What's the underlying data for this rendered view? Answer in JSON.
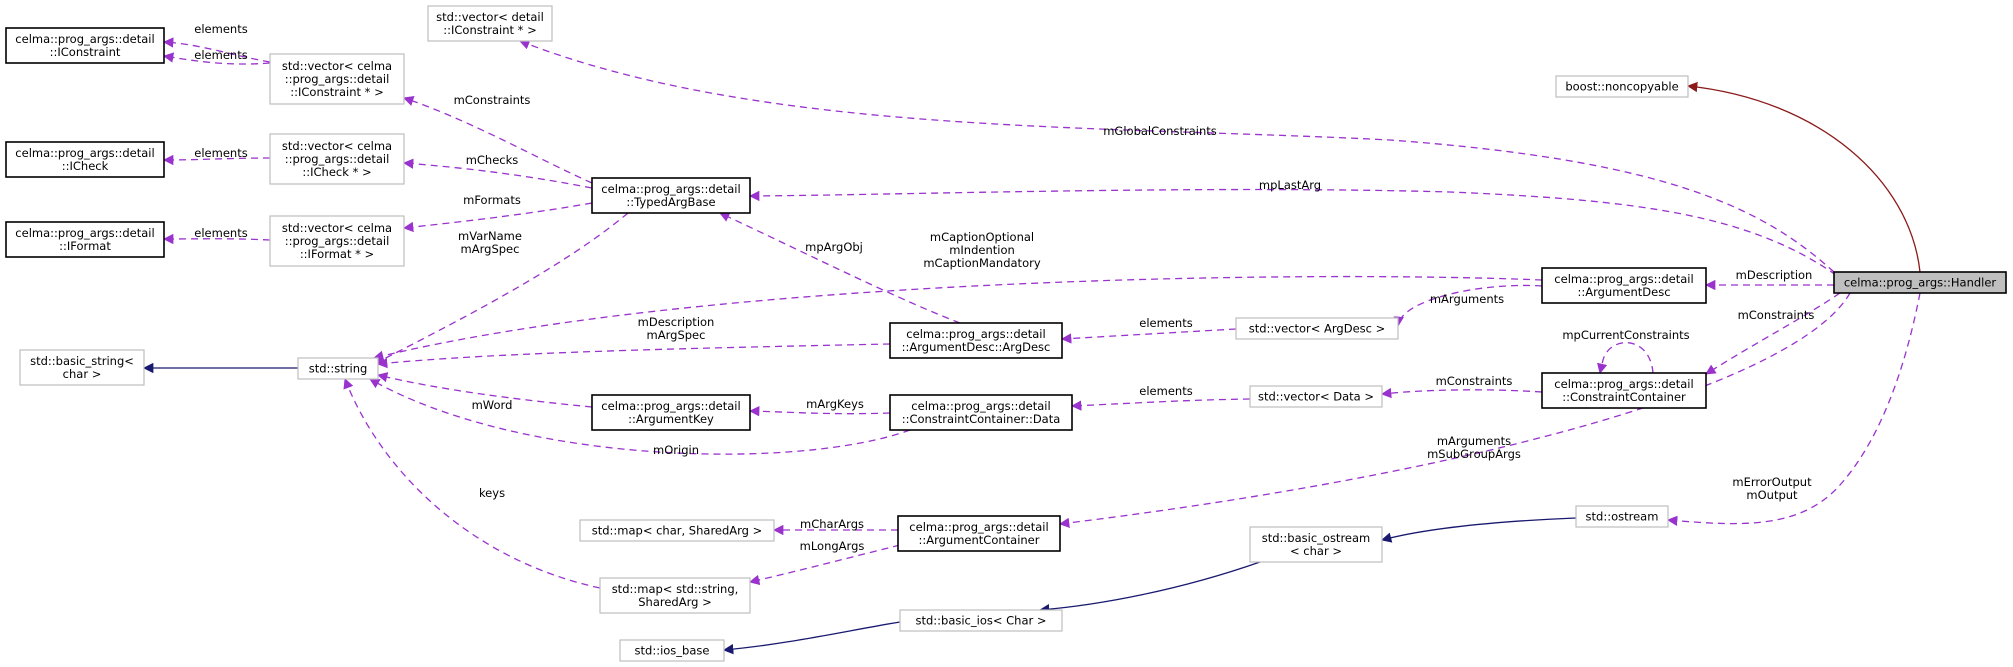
{
  "nodes": {
    "iconstraint": [
      "celma::prog_args::detail",
      "::IConstraint"
    ],
    "icheck": [
      "celma::prog_args::detail",
      "::ICheck"
    ],
    "iformat": [
      "celma::prog_args::detail",
      "::IFormat"
    ],
    "vec_iconstraint_ptr": [
      "std::vector< detail",
      "::IConstraint * >"
    ],
    "vec_iconstraint_full": [
      "std::vector< celma",
      "::prog_args::detail",
      "::IConstraint * >"
    ],
    "vec_icheck": [
      "std::vector< celma",
      "::prog_args::detail",
      "::ICheck * >"
    ],
    "vec_iformat": [
      "std::vector< celma",
      "::prog_args::detail",
      "::IFormat * >"
    ],
    "basic_string": [
      "std::basic_string<",
      "char >"
    ],
    "string": [
      "std::string"
    ],
    "typed_arg_base": [
      "celma::prog_args::detail",
      "::TypedArgBase"
    ],
    "argument_key": [
      "celma::prog_args::detail",
      "::ArgumentKey"
    ],
    "argdesc": [
      "celma::prog_args::detail",
      "::ArgumentDesc::ArgDesc"
    ],
    "cc_data": [
      "celma::prog_args::detail",
      "::ConstraintContainer::Data"
    ],
    "map_char": [
      "std::map< char, SharedArg >"
    ],
    "map_string": [
      "std::map< std::string,",
      "SharedArg >"
    ],
    "arg_container": [
      "celma::prog_args::detail",
      "::ArgumentContainer"
    ],
    "ios_base": [
      "std::ios_base"
    ],
    "basic_ios": [
      "std::basic_ios< Char >"
    ],
    "basic_ostream": [
      "std::basic_ostream",
      "< char >"
    ],
    "vec_argdesc": [
      "std::vector< ArgDesc >"
    ],
    "vec_data": [
      "std::vector< Data >"
    ],
    "argument_desc": [
      "celma::prog_args::detail",
      "::ArgumentDesc"
    ],
    "constraint_container": [
      "celma::prog_args::detail",
      "::ConstraintContainer"
    ],
    "ostream": [
      "std::ostream"
    ],
    "noncopyable": [
      "boost::noncopyable"
    ],
    "handler": [
      "celma::prog_args::Handler"
    ]
  },
  "labels": {
    "elements_1": [
      "elements"
    ],
    "elements_2": [
      "elements"
    ],
    "elements_3": [
      "elements"
    ],
    "elements_4": [
      "elements"
    ],
    "elements_5": [
      "elements"
    ],
    "elements_6": [
      "elements"
    ],
    "mConstraints_1": [
      "mConstraints"
    ],
    "mChecks": [
      "mChecks"
    ],
    "mFormats": [
      "mFormats"
    ],
    "mGlobalConstraints": [
      "mGlobalConstraints"
    ],
    "mpLastArg": [
      "mpLastArg"
    ],
    "mVarName": [
      "mVarName",
      "mArgSpec"
    ],
    "mpArgObj": [
      "mpArgObj"
    ],
    "mCaption": [
      "mCaptionOptional",
      "mIndention",
      "mCaptionMandatory"
    ],
    "mDescription_1": [
      "mDescription",
      "mArgSpec"
    ],
    "mWord": [
      "mWord"
    ],
    "mOrigin": [
      "mOrigin"
    ],
    "keys": [
      "keys"
    ],
    "mArgKeys": [
      "mArgKeys"
    ],
    "mCharArgs": [
      "mCharArgs"
    ],
    "mLongArgs": [
      "mLongArgs"
    ],
    "mArguments_1": [
      "mArguments"
    ],
    "mConstraints_2": [
      "mConstraints"
    ],
    "mDescription_2": [
      "mDescription"
    ],
    "mConstraints_3": [
      "mConstraints"
    ],
    "mpCurrentConstraints": [
      "mpCurrentConstraints"
    ],
    "mArguments_2": [
      "mArguments",
      "mSubGroupArgs"
    ],
    "mErrorOutput": [
      "mErrorOutput",
      "mOutput"
    ]
  },
  "colors": {
    "usage_edge": "#9a32cd",
    "inheritance_edge": "#191970",
    "private_inheritance_edge": "#8b1a1a",
    "highlight_node": "#bfbfbf"
  }
}
